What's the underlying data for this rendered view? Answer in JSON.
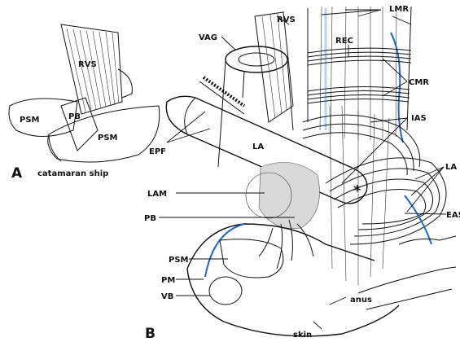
{
  "panel_a": {
    "letter": "A",
    "caption": "catamaran ship",
    "labels": {
      "rvs": "RVS",
      "pb": "PB",
      "psm_left": "PSM",
      "psm_right": "PSM"
    }
  },
  "panel_b": {
    "letter": "B",
    "labels": {
      "rvs": "RVS",
      "vag": "VAG",
      "rec": "REC",
      "lmr": "LMR",
      "cmr": "CMR",
      "ias": "IAS",
      "epf": "EPF",
      "la": "LA",
      "lam": "LAM",
      "pb": "PB",
      "la_right": "LA",
      "eas": "EAS",
      "psm": "PSM",
      "pm": "PM",
      "vb": "VB",
      "anus": "anus",
      "skin": "skin",
      "asterisk": "*"
    }
  },
  "colors": {
    "line": "#111111",
    "blue_vessel": "#1f66c8",
    "light_blue": "#b9d3ee",
    "shade": "#d9d9d9"
  }
}
